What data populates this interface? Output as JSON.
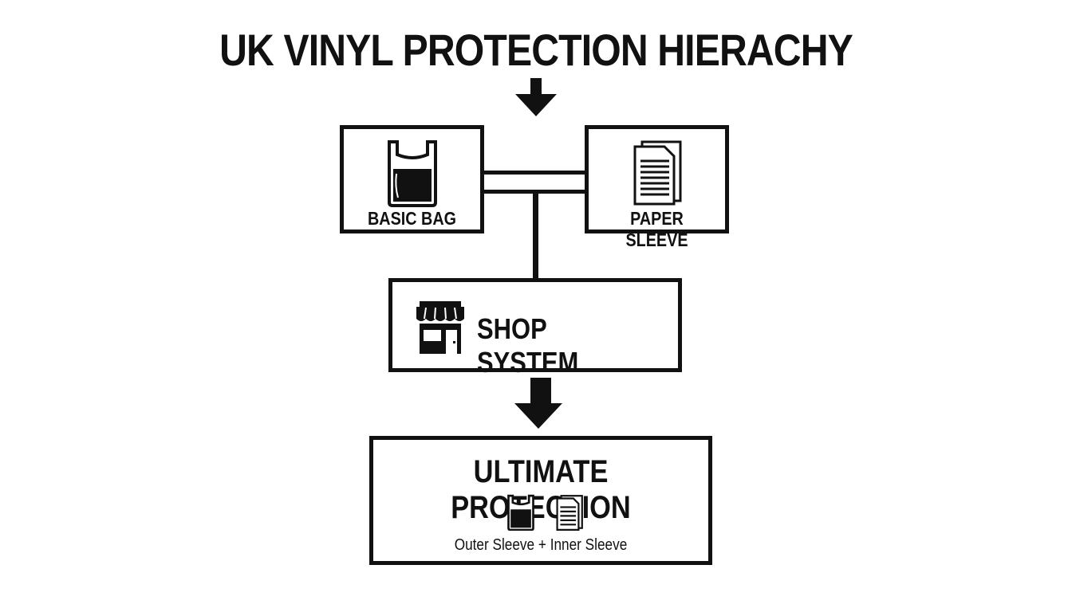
{
  "diagram": {
    "title": "UK VINYL PROTECTION HIERACHY",
    "nodes": {
      "basic_bag": {
        "label": "BASIC BAG",
        "icon": "plastic-bag-icon"
      },
      "paper_sleeve": {
        "label": "PAPER SLEEVE",
        "icon": "paper-sleeve-icon"
      },
      "shop_system": {
        "label": "SHOP SYSTEM",
        "icon": "shop-icon"
      },
      "ultimate": {
        "label": "ULTIMATE PROTECTION",
        "caption": "Outer Sleeve + Inner Sleeve",
        "icons": [
          "plastic-bag-icon",
          "paper-sleeve-icon"
        ]
      }
    },
    "edges": [
      {
        "from": "title",
        "to": "basic_bag+paper_sleeve",
        "style": "arrow"
      },
      {
        "from": "basic_bag",
        "to": "paper_sleeve",
        "style": "double-line"
      },
      {
        "from": "basic_bag+paper_sleeve",
        "to": "shop_system",
        "style": "line"
      },
      {
        "from": "shop_system",
        "to": "ultimate",
        "style": "arrow"
      }
    ],
    "colors": {
      "ink": "#111111",
      "background": "#ffffff"
    }
  }
}
